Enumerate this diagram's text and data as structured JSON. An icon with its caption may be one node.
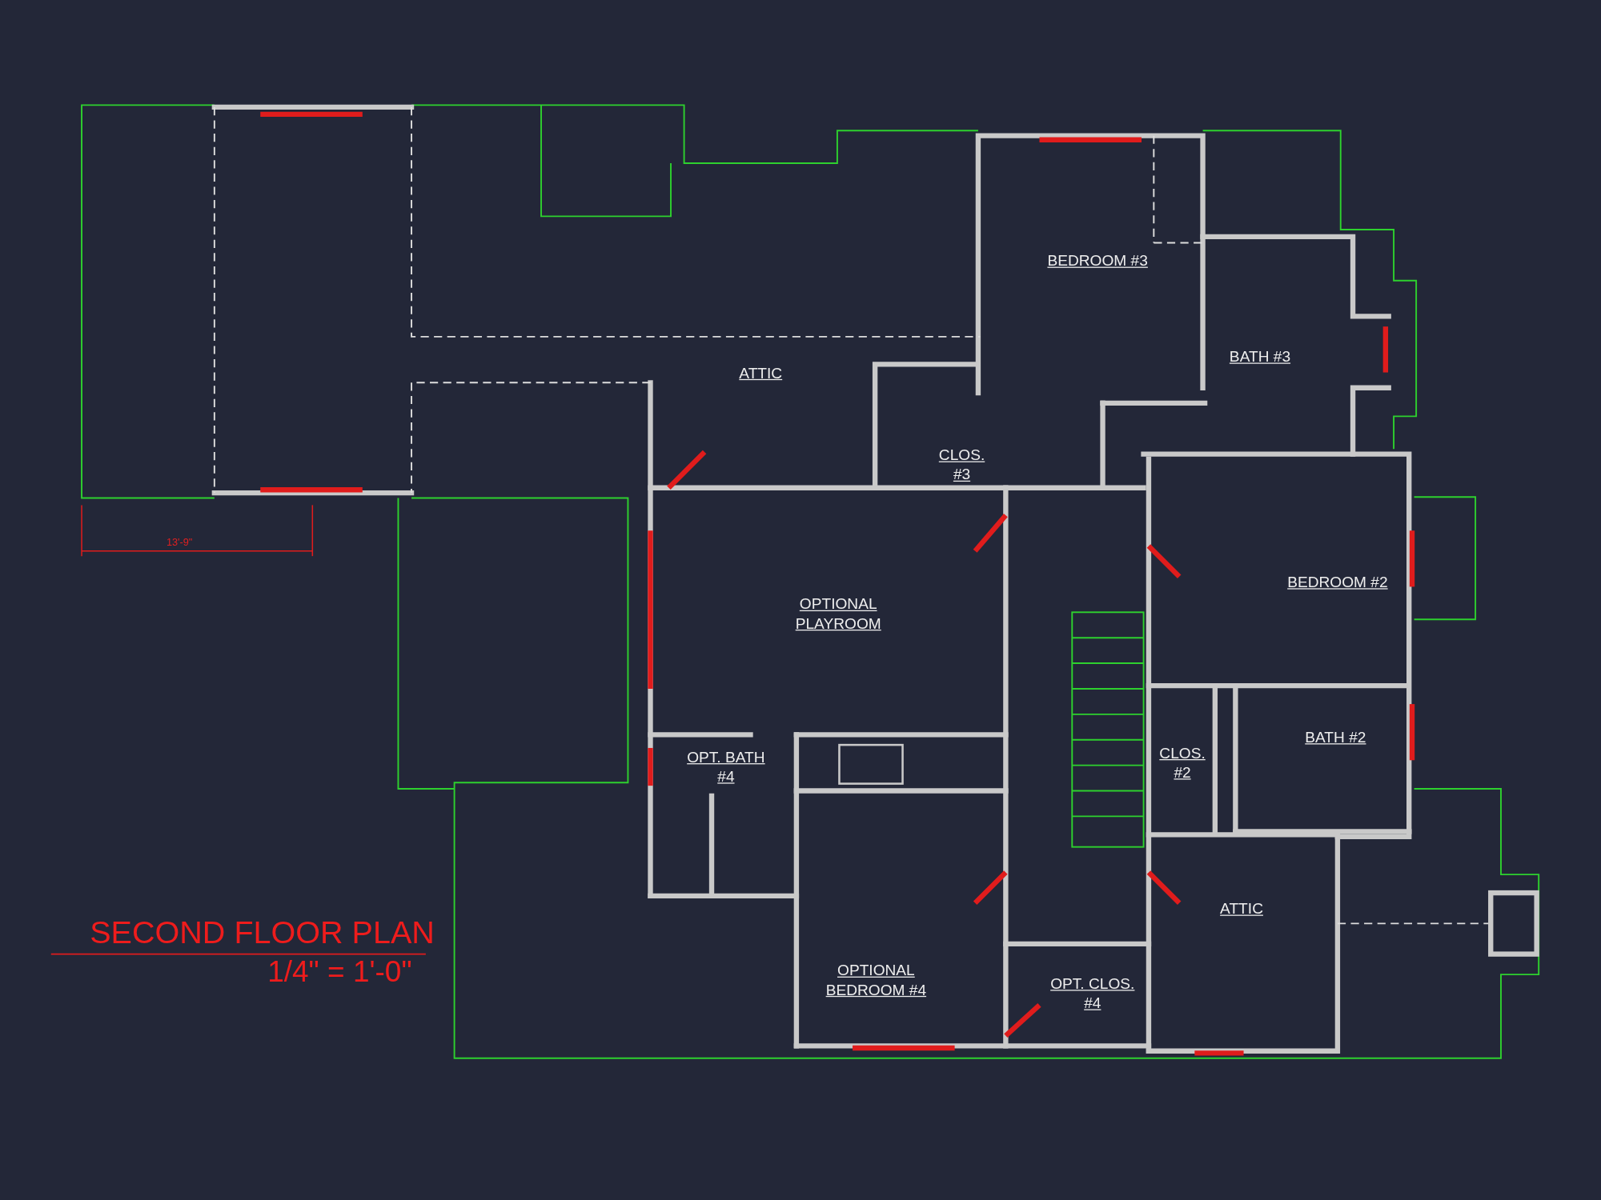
{
  "diagram": {
    "title": "SECOND FLOOR PLAN",
    "caption": "1/4\" = 1'-0\"",
    "labels": [
      "BEDROOM #3",
      "BATH #3",
      "ATTIC",
      "CLOS. #3",
      "13'-9\"",
      "BEDROOM #2",
      "OPTIONAL PLAYROOM",
      "BATH #2",
      "CLOS. #2",
      "OPT. BATH #4",
      "ATTIC",
      "OPTIONAL BEDROOM #4",
      "OPT. CLOS. #4"
    ]
  }
}
